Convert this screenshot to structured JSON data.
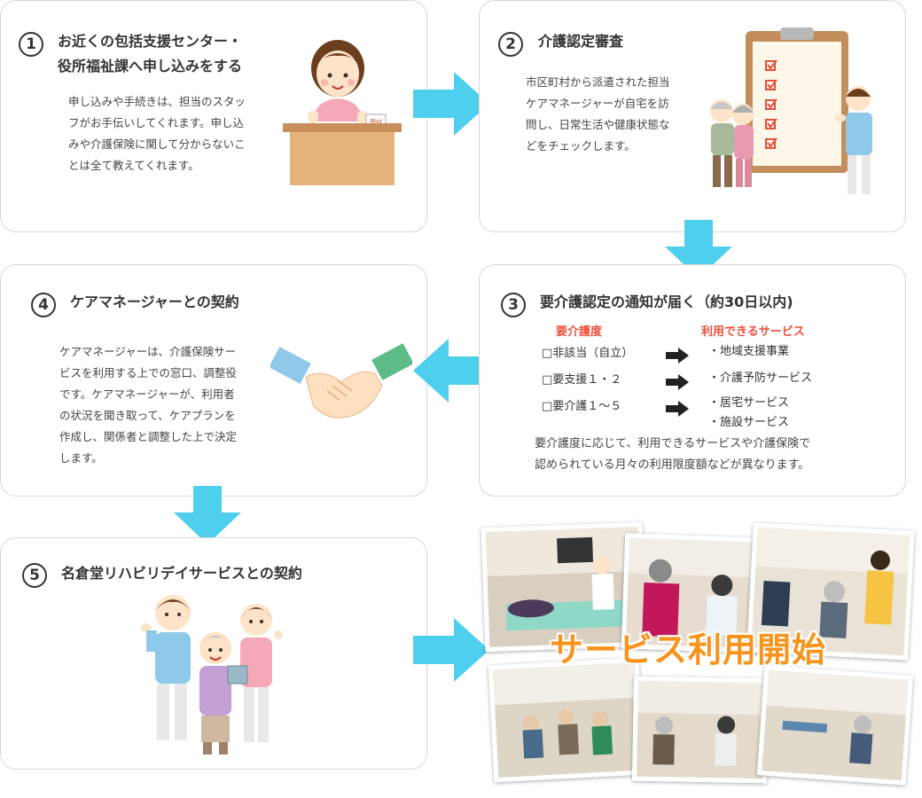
{
  "steps": [
    {
      "num": "1",
      "title_line1": "お近くの包括支援センター・",
      "title_line2": "役所福祉課へ申し込みをする",
      "text": [
        "申し込みや手続きは、担当のスタッ",
        "フがお手伝いしてくれます。申し込",
        "みや介護保険に関して分からないこ",
        "とは全て教えてくれます。"
      ]
    },
    {
      "num": "2",
      "title": "介護認定審査",
      "text": [
        "市区町村から派遣された担当",
        "ケアマネージャーが自宅を訪",
        "問し、日常生活や健康状態な",
        "どをチェックします。"
      ]
    },
    {
      "num": "3",
      "title": "要介護認定の通知が届く（約30日以内)",
      "col_left_header": "要介護度",
      "col_right_header": "利用できるサービス",
      "rows": [
        {
          "level": "□非該当（自立）",
          "services": [
            "・地域支援事業"
          ]
        },
        {
          "level": "□要支援１・２",
          "services": [
            "・介護予防サービス"
          ]
        },
        {
          "level": "□要介護１～５",
          "services": [
            "・居宅サービス",
            "・施設サービス"
          ]
        }
      ],
      "note": [
        "要介護度に応じて、利用できるサービスや介護保険で",
        "認められている月々の利用限度額などが異なります。"
      ]
    },
    {
      "num": "4",
      "title": "ケアマネージャーとの契約",
      "text": [
        "ケアマネージャーは、介護保険サー",
        "ビスを利用する上での窓口、調整役",
        "です。ケアマネージャーが、利用者",
        "の状況を聞き取って、ケアプランを",
        "作成し、関係者と調整した上で決定",
        "します。"
      ]
    },
    {
      "num": "5",
      "title": "名倉堂リハビリデイサービスとの契約"
    }
  ],
  "desk_sign": "受付",
  "banner": "サービス利用開始",
  "colors": {
    "arrow": "#4fcfee",
    "accent": "#ef4f3a",
    "banner": "#f7941d",
    "border": "#d8d8d8"
  }
}
